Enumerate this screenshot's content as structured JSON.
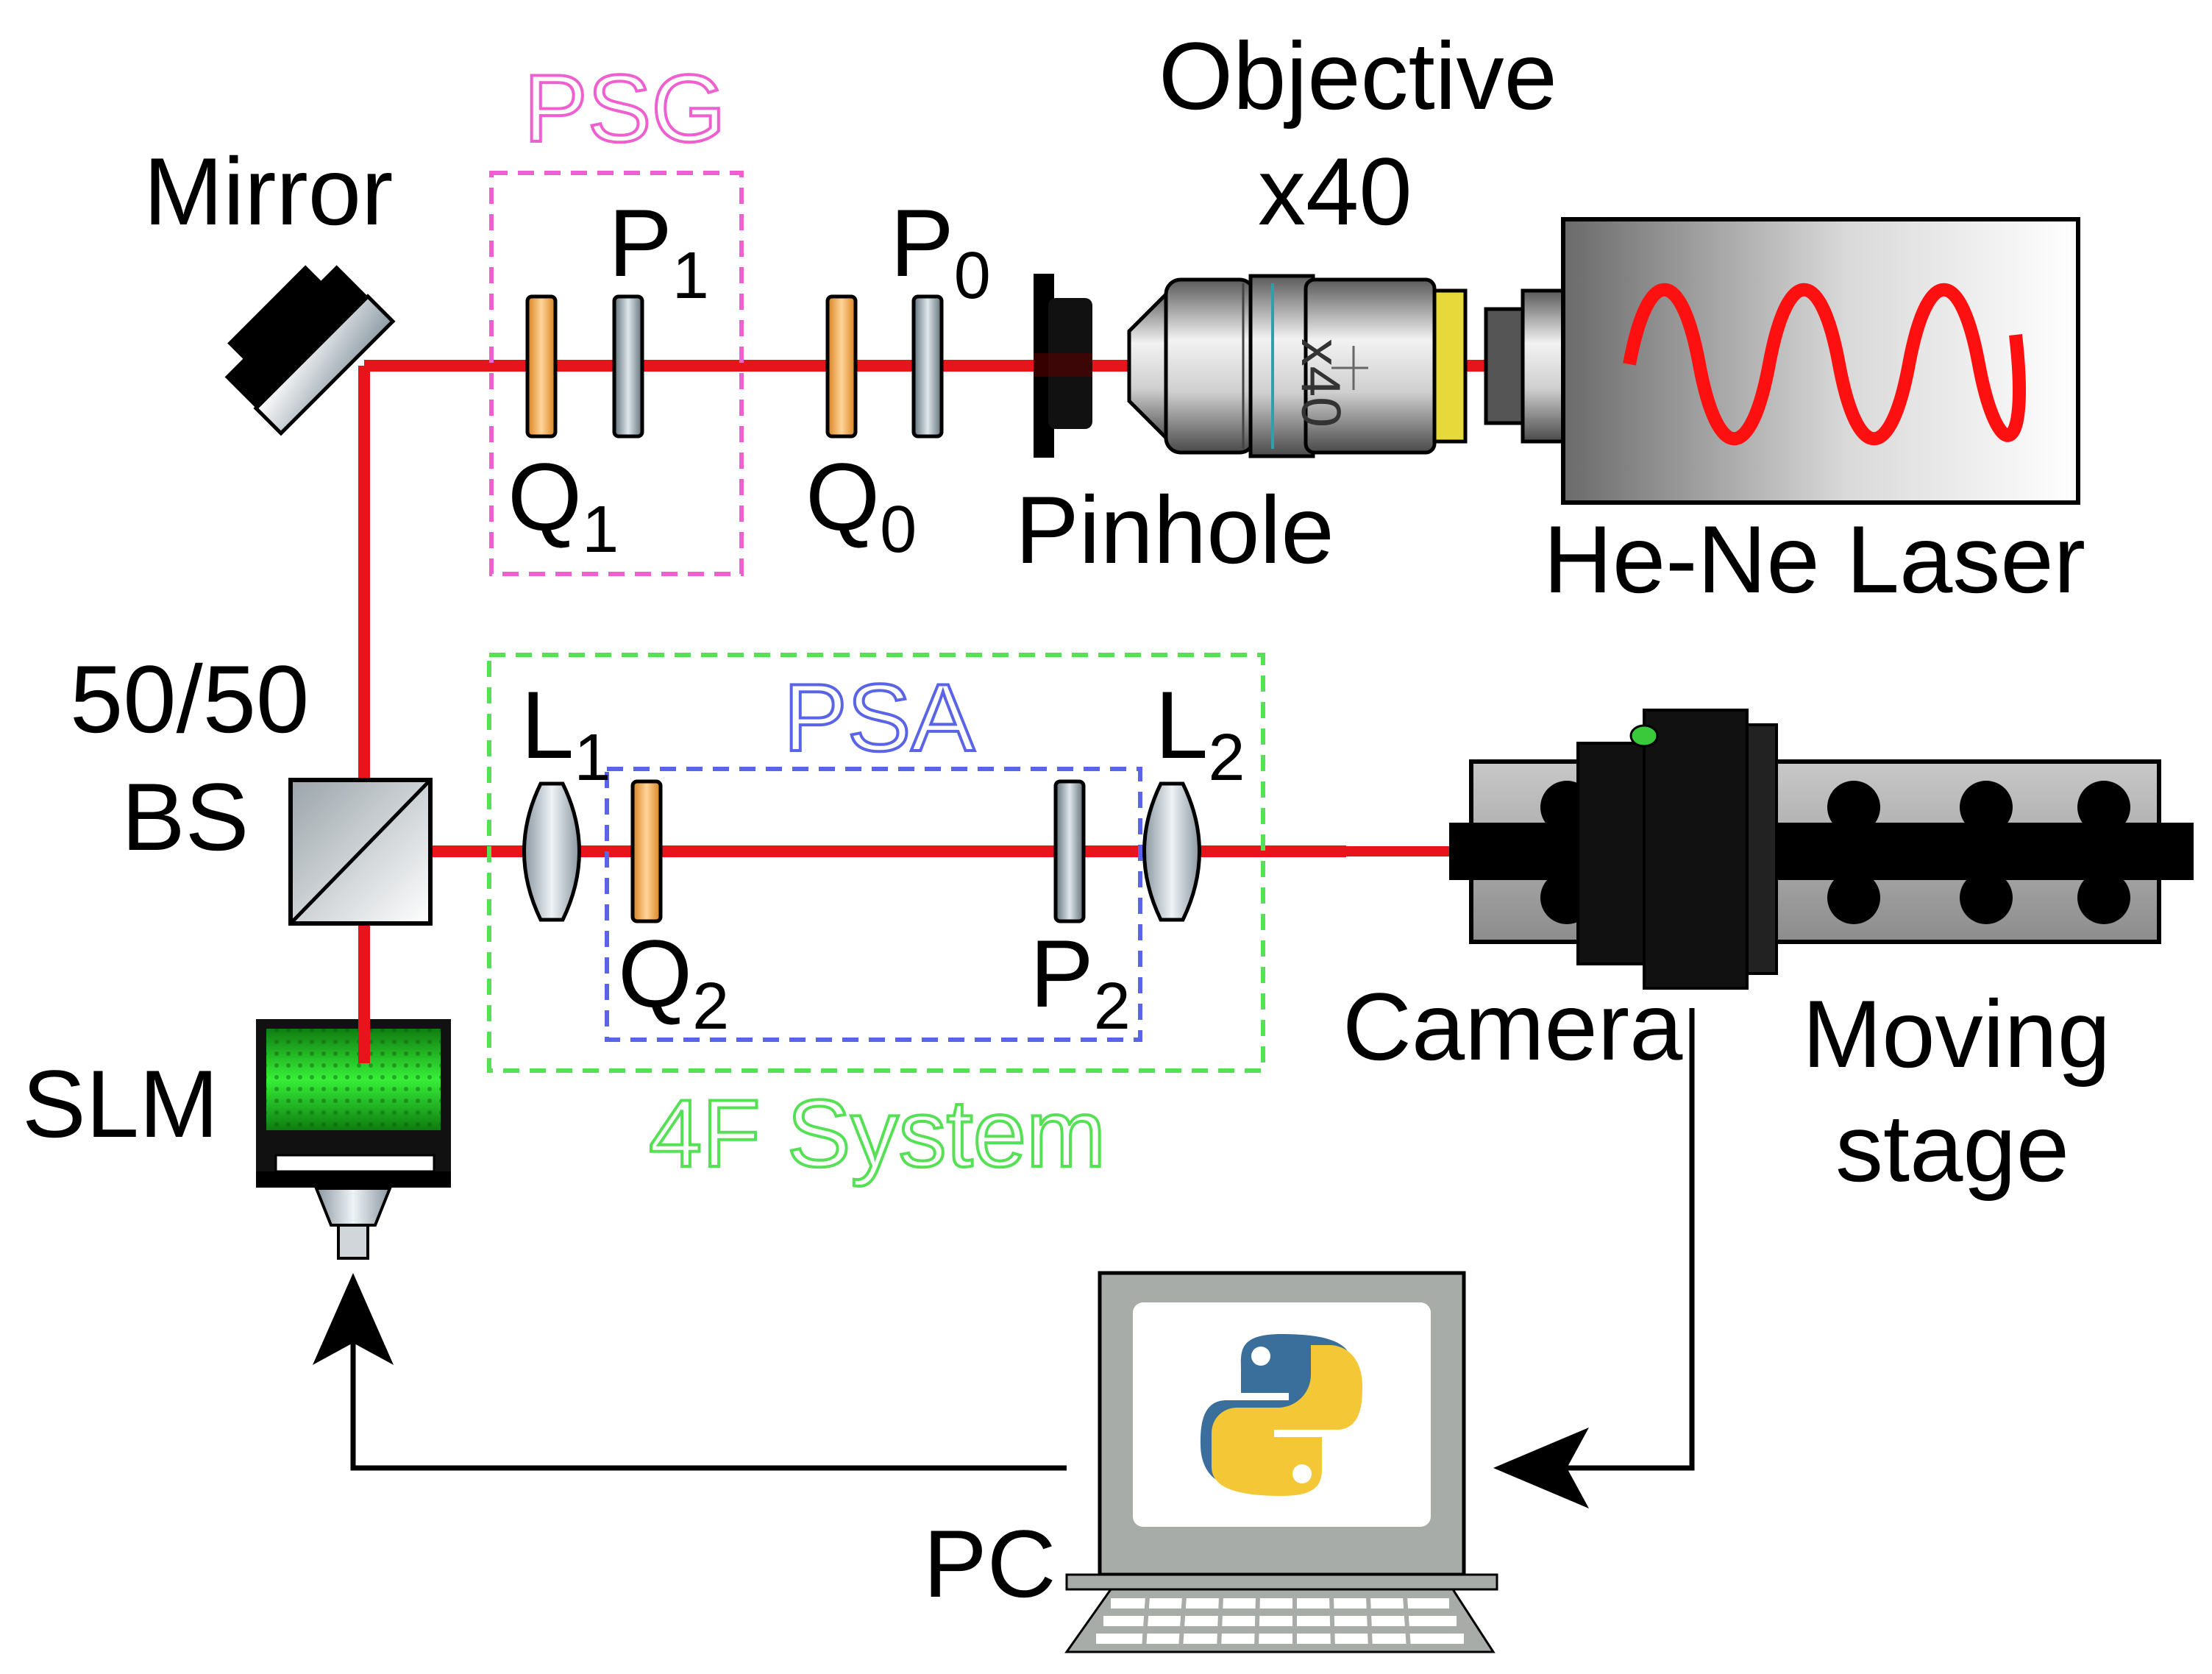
{
  "labels": {
    "mirror": "Mirror",
    "psg": "PSG",
    "p1_main": "P",
    "p1_sub": "1",
    "q1_main": "Q",
    "q1_sub": "1",
    "p0_main": "P",
    "p0_sub": "0",
    "q0_main": "Q",
    "q0_sub": "0",
    "objective": "Objective",
    "objective_mag": "x40",
    "objective_engraving": "x40",
    "pinhole": "Pinhole",
    "laser": "He-Ne Laser",
    "bs_line1": "50/50",
    "bs_line2": "BS",
    "l1_main": "L",
    "l1_sub": "1",
    "l2_main": "L",
    "l2_sub": "2",
    "psa": "PSA",
    "q2_main": "Q",
    "q2_sub": "2",
    "p2_main": "P",
    "p2_sub": "2",
    "camera": "Camera",
    "stage_line1": "Moving",
    "stage_line2": "stage",
    "slm": "SLM",
    "system4f": "4F System",
    "pc": "PC"
  },
  "colors": {
    "beam": "#e8141c",
    "psg": "#ee5fd0",
    "psa": "#5a64e6",
    "system4f": "#55e055",
    "waveplate": "#f0a030",
    "polarizer": "#8b9aa3",
    "slm_screen": "#27e02a",
    "python_blue": "#3a6f9c",
    "python_yellow": "#f3c736"
  },
  "icons": {
    "pc_screen": "python-logo-icon"
  }
}
